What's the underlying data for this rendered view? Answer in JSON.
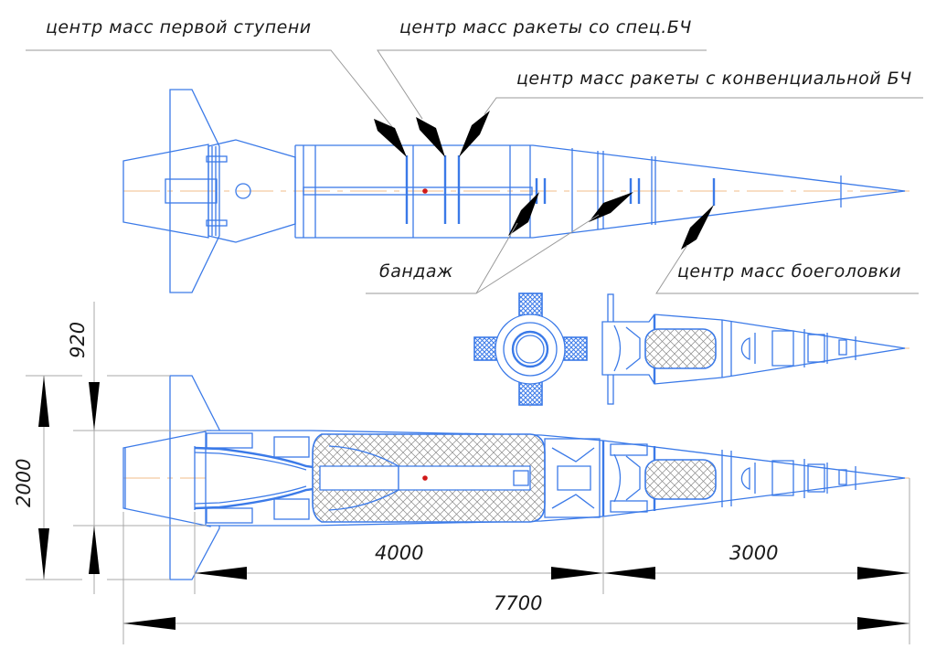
{
  "drawing": {
    "title": "Missile layout scheme",
    "callouts": {
      "cg_first_stage": "центр масс первой ступени",
      "cg_special_warhead": "центр масс ракеты со спец.БЧ",
      "cg_conventional_warhead": "центр масс ракеты с конвенциальной БЧ",
      "bandage": "бандаж",
      "cg_warhead": "центр масс боеголовки"
    },
    "dimensions": {
      "fin_offset": "920",
      "span": "2000",
      "first_stage_length": "4000",
      "second_stage_length": "3000",
      "total_length": "7700"
    },
    "units": "mm",
    "colors": {
      "outline": "#3b7ae8",
      "axis": "#f3c9a0",
      "leader": "#9a9a9a",
      "center_of_mass": "#d01818",
      "arrow": "#000000"
    }
  }
}
